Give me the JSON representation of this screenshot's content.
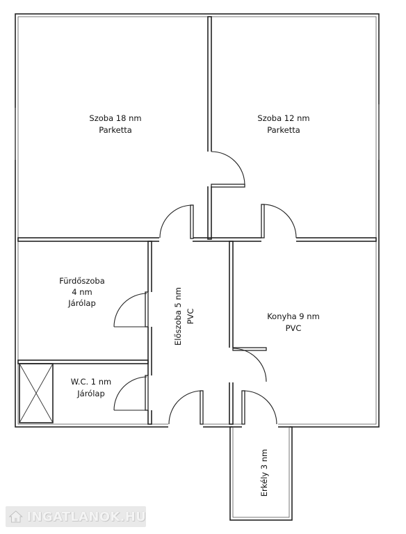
{
  "rooms": {
    "szoba18": {
      "line1": "Szoba 18 nm",
      "line2": "Parketta"
    },
    "szoba12": {
      "line1": "Szoba 12 nm",
      "line2": "Parketta"
    },
    "furdo": {
      "line1": "Fürdőszoba",
      "line2": "4 nm",
      "line3": "Járólap"
    },
    "wc": {
      "line1": "W.C. 1 nm",
      "line2": "Járólap"
    },
    "eloszoba": {
      "line1": "Előszoba 5 nm",
      "line2": "PVC"
    },
    "konyha": {
      "line1": "Konyha 9 nm",
      "line2": "PVC"
    },
    "erkely": {
      "line1": "Erkély 3 nm"
    }
  },
  "watermark": {
    "text": "INGATLANOK.HU"
  },
  "colors": {
    "wall": "#222222",
    "watermark_bg": "#e9e9e9"
  }
}
